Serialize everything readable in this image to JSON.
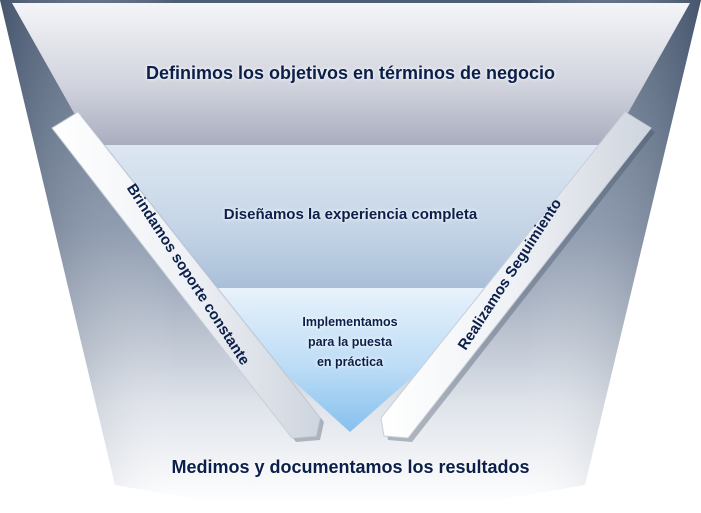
{
  "diagram": {
    "levels": {
      "top": "Definimos los objetivos en términos de negocio",
      "middle": "Diseñamos la experiencia completa",
      "inner_line1": "Implementamos",
      "inner_line2": "para la puesta",
      "inner_line3": "en práctica",
      "bottom": "Medimos y documentamos los resultados"
    },
    "arrows": {
      "left": "Brindamos soporte constante",
      "right": "Realizamos Seguimiento"
    },
    "colors": {
      "text": "#0b1f4a",
      "funnel_dark": "#55667f",
      "funnel_light": "#ffffff",
      "band_top": "#b9bccb",
      "band_middle": "#c9d8ea",
      "band_inner": "#9cc9ee",
      "arrow_fill": "#f2f4f8"
    }
  }
}
